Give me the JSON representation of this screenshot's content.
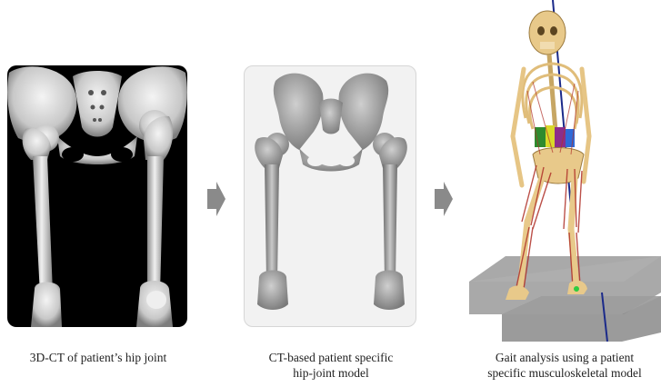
{
  "captions": {
    "ct": [
      "3D-CT of patient’s hip joint"
    ],
    "model": [
      "CT-based patient specific",
      "hip-joint model"
    ],
    "gait": [
      "Gait analysis using a patient",
      "specific musculoskeletal model"
    ]
  },
  "colors": {
    "arrow": "#8a8a8a",
    "ct_background": "#000000",
    "model_background": "#f2f2f2",
    "bone_ct": "#d9d9d9",
    "bone_model": "#9a9a9a",
    "bone_skeleton": "#e8c98a",
    "muscle": "#b0322a",
    "floor_plate": "#8e8e8e",
    "force_vector": "#1b2a8a"
  },
  "icons": {
    "arrow_1": "chevron-right-arrow",
    "arrow_2": "chevron-right-arrow"
  }
}
